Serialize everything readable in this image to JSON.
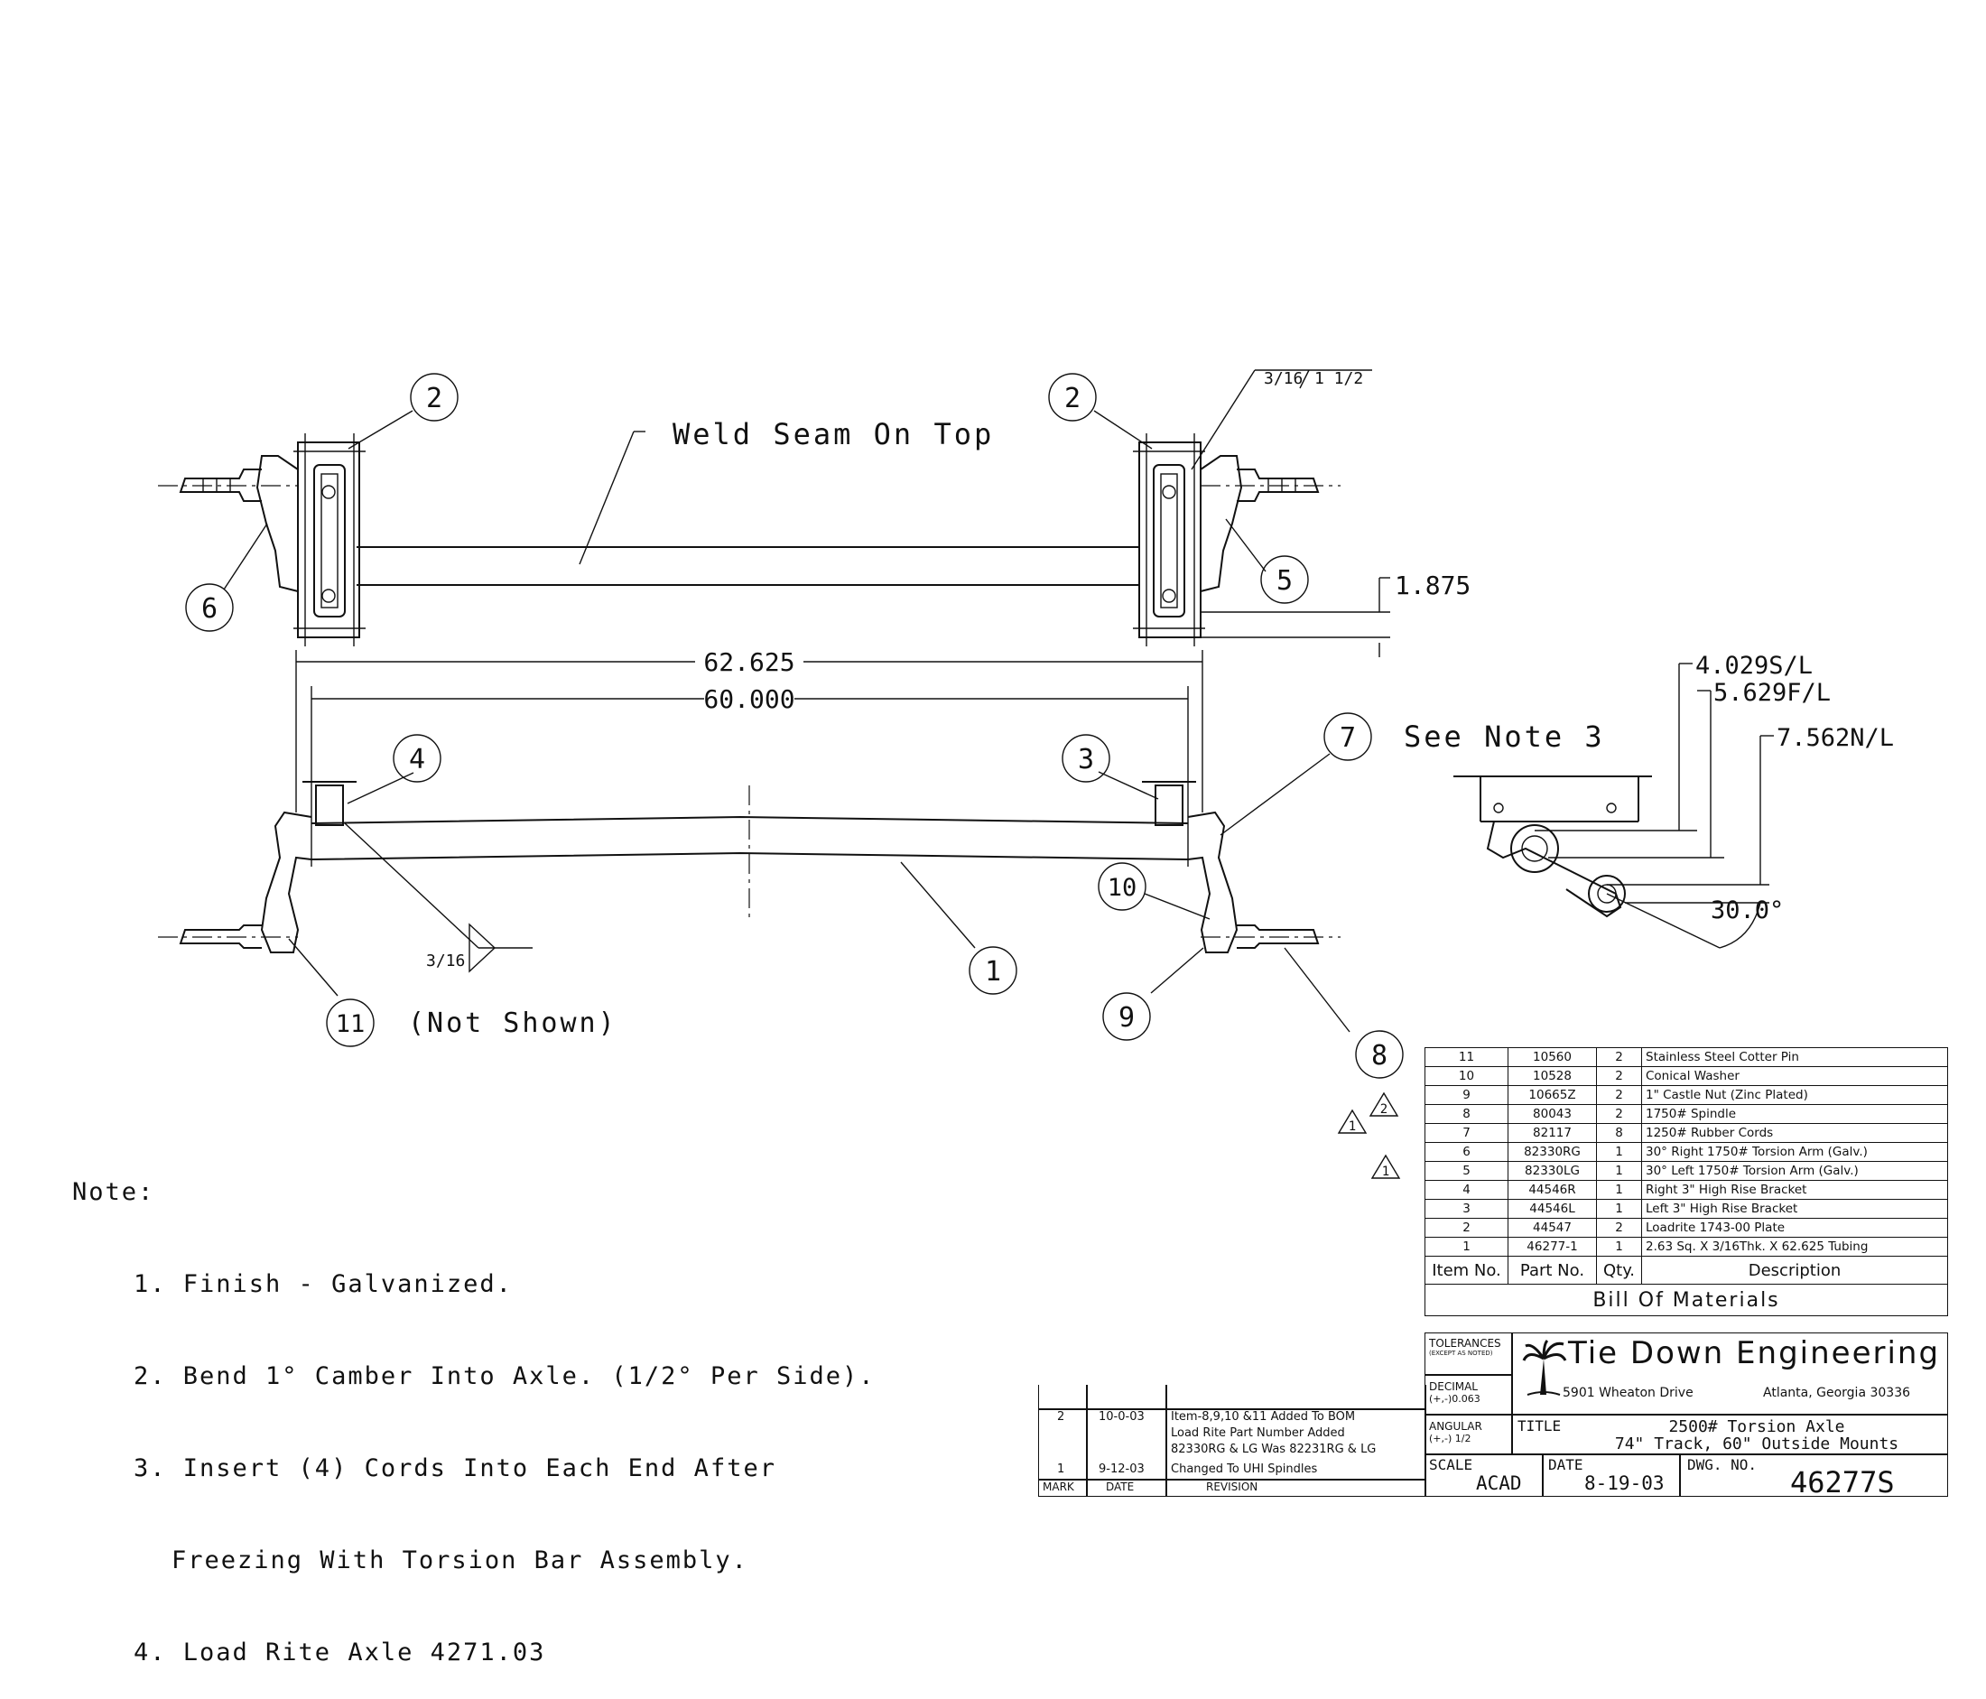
{
  "drawing": {
    "weld_note": "Weld Seam On Top",
    "see_note": "See Note 3",
    "not_shown": "(Not Shown)",
    "dims": {
      "overall": "62.625",
      "mount": "60.000",
      "plate": "1.875",
      "weld_frac": "3/16",
      "weld_len": "1 1/2",
      "fillet": "3/16",
      "sl": "4.029S/L",
      "fl": "5.629F/L",
      "nl": "7.562N/L",
      "angle": "30.0°"
    },
    "balloons": [
      "2",
      "2",
      "6",
      "5",
      "4",
      "3",
      "7",
      "10",
      "1",
      "9",
      "8",
      "11"
    ]
  },
  "notes": {
    "heading": "Note:",
    "items": [
      "1. Finish - Galvanized.",
      "2. Bend 1° Camber Into Axle. (1/2° Per Side).",
      "3. Insert (4) Cords Into Each End After",
      "Freezing With Torsion Bar Assembly.",
      "4. Load Rite Axle 4271.03"
    ]
  },
  "bom": {
    "rows": [
      {
        "item": "11",
        "part": "10560",
        "qty": "2",
        "desc": "Stainless Steel Cotter Pin"
      },
      {
        "item": "10",
        "part": "10528",
        "qty": "2",
        "desc": "Conical Washer"
      },
      {
        "item": "9",
        "part": "10665Z",
        "qty": "2",
        "desc": "1\" Castle Nut (Zinc Plated)"
      },
      {
        "item": "8",
        "part": "80043",
        "qty": "2",
        "desc": "1750# Spindle"
      },
      {
        "item": "7",
        "part": "82117",
        "qty": "8",
        "desc": "1250# Rubber Cords"
      },
      {
        "item": "6",
        "part": "82330RG",
        "qty": "1",
        "desc": "30° Right 1750# Torsion Arm (Galv.)"
      },
      {
        "item": "5",
        "part": "82330LG",
        "qty": "1",
        "desc": "30° Left 1750# Torsion Arm (Galv.)"
      },
      {
        "item": "4",
        "part": "44546R",
        "qty": "1",
        "desc": "Right 3\" High Rise Bracket"
      },
      {
        "item": "3",
        "part": "44546L",
        "qty": "1",
        "desc": "Left 3\" High Rise Bracket"
      },
      {
        "item": "2",
        "part": "44547",
        "qty": "2",
        "desc": "Loadrite 1743-00 Plate"
      },
      {
        "item": "1",
        "part": "46277-1",
        "qty": "1",
        "desc": "2.63 Sq. X 3/16Thk. X 62.625 Tubing"
      }
    ],
    "headers": {
      "item": "Item No.",
      "part": "Part No.",
      "qty": "Qty.",
      "desc": "Description"
    },
    "title": "Bill Of Materials"
  },
  "title_block": {
    "tolerances": "TOLERANCES",
    "except": "(EXCEPT AS NOTED)",
    "decimal": "DECIMAL",
    "decimal_val": "(+,-)0.063",
    "angular": "ANGULAR",
    "angular_val": "(+,-) 1/2",
    "company": "Tie Down Engineering",
    "address": "5901 Wheaton Drive",
    "city": "Atlanta, Georgia 30336",
    "title_label": "TITLE",
    "title_line1": "2500# Torsion Axle",
    "title_line2": "74\" Track, 60\" Outside Mounts",
    "scale_label": "SCALE",
    "scale": "ACAD",
    "date_label": "DATE",
    "date": "8-19-03",
    "dwg_label": "DWG. NO.",
    "dwg_no": "46277S"
  },
  "revisions": {
    "rows": [
      {
        "mark": "2",
        "date": "10-0-03",
        "text": [
          "Item-8,9,10 &11 Added To BOM",
          "Load Rite Part Number Added",
          "82330RG & LG Was 82231RG & LG"
        ]
      },
      {
        "mark": "1",
        "date": "9-12-03",
        "text": [
          "Changed To UHI Spindles"
        ]
      }
    ],
    "mark_label": "MARK",
    "date_label": "DATE",
    "rev_label": "REVISION",
    "triangle_marks": [
      "1",
      "2",
      "1"
    ]
  }
}
